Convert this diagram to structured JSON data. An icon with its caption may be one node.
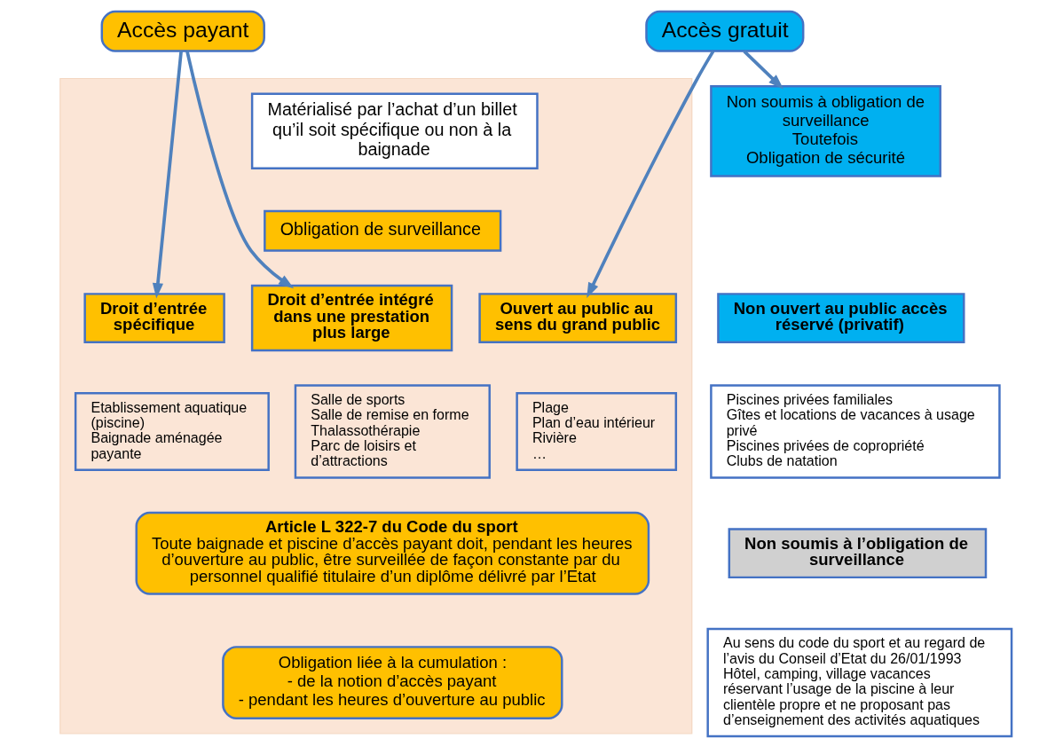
{
  "diagram": {
    "nodes": [
      {
        "text": [
          "Accès payant"
        ]
      },
      {
        "text": [
          "Accès gratuit"
        ]
      },
      {
        "text": [],
        "shape": "box"
      },
      {
        "text": [
          "Matérialisé par l’achat d’un billet qu’il soit spécifique ou non à la baignade"
        ],
        "in": 2
      },
      {
        "text": [
          "Obligation de surveillance"
        ],
        "in": 2
      },
      {
        "text": [
          "Droit d’entrée spécifique"
        ],
        "in": 2
      },
      {
        "text": [
          "Droit d’entrée intégré dans une prestation plus large"
        ],
        "in": 2
      },
      {
        "text": [
          "Ouvert au public au sens du grand public"
        ],
        "in": 2
      },
      {
        "text": [
          "Etablissement aquatique (piscine)",
          "Baignade aménagée payante"
        ],
        "in": 2
      },
      {
        "text": [
          "Salle de sports",
          "Salle de remise en forme",
          "Thalassothérapie",
          "Parc de loisirs et d’attractions"
        ],
        "in": 2
      },
      {
        "text": [
          "Plage",
          "Plan d’eau intérieur",
          "Rivière",
          "…"
        ],
        "in": 2
      },
      {
        "text": [
          "Article L 322-7 du Code du sport",
          "Toute baignade et piscine d’accès payant doit, pendant les heures d’ouverture au public, être surveillée de façon constante par du personnel qualifié titulaire d’un diplôme délivré par l’Etat"
        ],
        "in": 2
      },
      {
        "text": [
          "Obligation liée à la cumulation :",
          "- de la notion d’accès payant",
          "- pendant les heures d’ouverture au public"
        ],
        "in": 2
      },
      {
        "text": [
          "Non soumis à obligation de surveillance",
          "Toutefois",
          "Obligation de sécurité"
        ]
      },
      {
        "text": [
          "Non ouvert au public accès réservé (privatif)"
        ]
      },
      {
        "text": [
          "Piscines privées familiales",
          "Gîtes et locations de vacances à usage privé",
          "Piscines privées de copropriété",
          "Clubs de natation"
        ]
      },
      {
        "text": [
          "Non soumis à l’obligation de surveillance"
        ]
      },
      {
        "text": [
          "Au sens du code du sport et au regard de l’avis du Conseil d’Etat du 26/01/1993",
          "Hôtel, camping, village vacances réservant l’usage de la piscine à leur clientèle propre et ne proposant pas d’enseignement des activités aquatiques"
        ]
      }
    ],
    "edges": [
      {
        "from": 0,
        "to": 5,
        "arrow": "to"
      },
      {
        "from": 0,
        "to": 6,
        "arrow": "to"
      },
      {
        "from": 1,
        "to": 7,
        "arrow": "to"
      },
      {
        "from": 1,
        "to": 13,
        "arrow": "to"
      }
    ]
  }
}
